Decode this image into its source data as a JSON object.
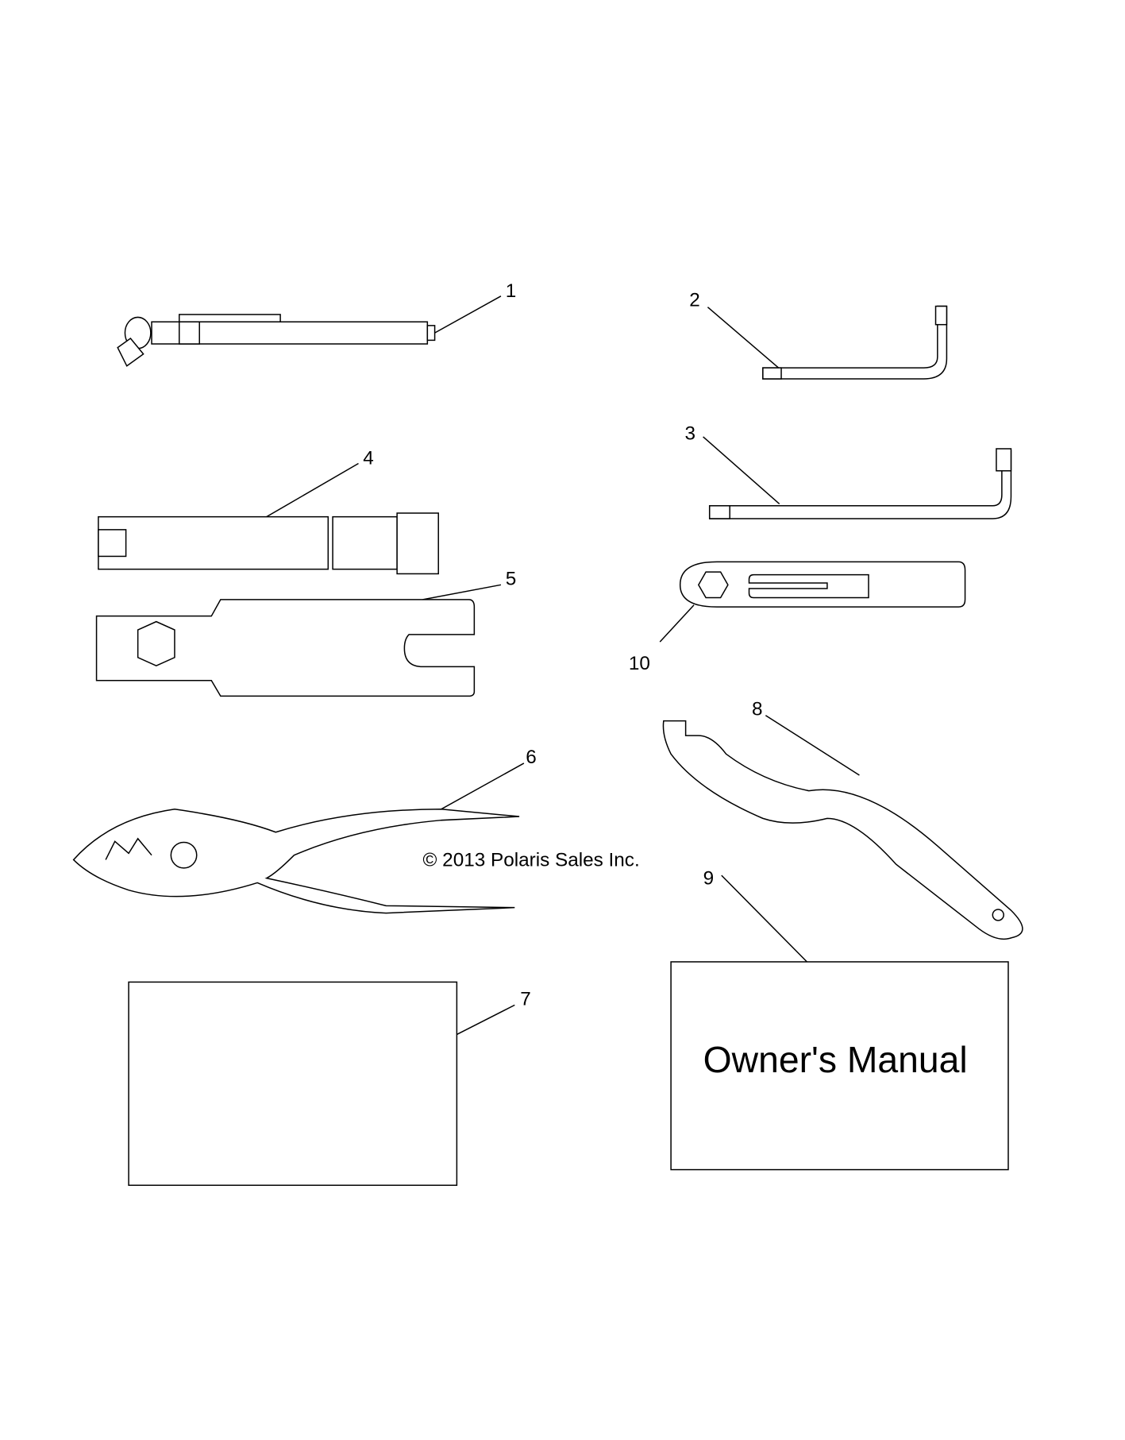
{
  "callouts": [
    "1",
    "2",
    "3",
    "4",
    "5",
    "6",
    "7",
    "8",
    "9",
    "10"
  ],
  "copyright": "© 2013 Polaris Sales Inc.",
  "manual_title": "Owner's Manual"
}
